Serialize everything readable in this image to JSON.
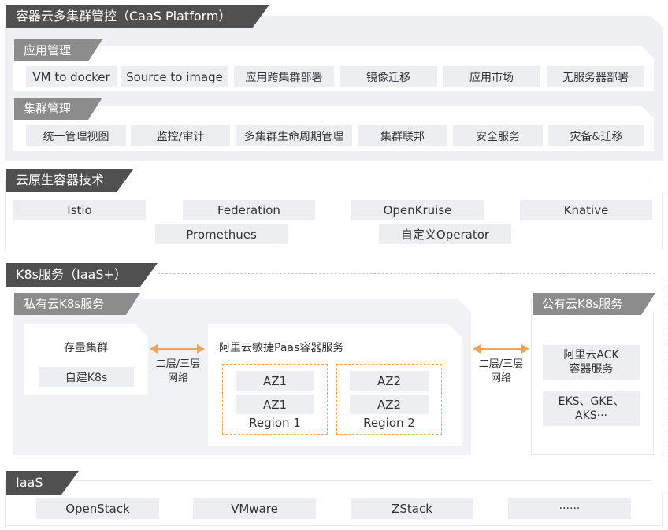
{
  "caas": {
    "title": "容器云多集群管控（CaaS Platform）",
    "app_mgmt": {
      "title": "应用管理",
      "items": [
        "VM to docker",
        "Source to image",
        "应用跨集群部署",
        "镜像迁移",
        "应用市场",
        "无服务器部署"
      ]
    },
    "cluster_mgmt": {
      "title": "集群管理",
      "items": [
        "统一管理视图",
        "监控/审计",
        "多集群生命周期管理",
        "集群联邦",
        "安全服务",
        "灾备&迁移"
      ]
    }
  },
  "cloud_native": {
    "title": "云原生容器技术",
    "items": [
      "Istio",
      "Federation",
      "OpenKruise",
      "Knative",
      "Promethues",
      "自定义Operator"
    ]
  },
  "k8s": {
    "title": "K8s服务（IaaS+）",
    "private": {
      "title": "私有云K8s服务",
      "stock_cluster": "存量集群",
      "self_built": "自建K8s",
      "network_label_line1": "二层/三层",
      "network_label_line2": "网络",
      "paas_title": "阿里云敏捷Paas容器服务",
      "region1": {
        "az_a": "AZ1",
        "az_b": "AZ1",
        "name": "Region 1"
      },
      "region2": {
        "az_a": "AZ2",
        "az_b": "AZ2",
        "name": "Region 2"
      }
    },
    "network_label_line1": "二层/三层",
    "network_label_line2": "网络",
    "public": {
      "title": "公有云K8s服务",
      "ack_line1": "阿里云ACK",
      "ack_line2": "容器服务",
      "others_line1": "EKS、GKE、",
      "others_line2": "AKS···"
    }
  },
  "iaas": {
    "title": "IaaS",
    "items": [
      "OpenStack",
      "VMware",
      "ZStack",
      "······"
    ]
  },
  "colors": {
    "dark_tab": "#505050",
    "gray_tab": "#8c8c8c",
    "panel": "#eef0f3",
    "chip": "#eceef1",
    "arrow": "#f0a35a"
  }
}
